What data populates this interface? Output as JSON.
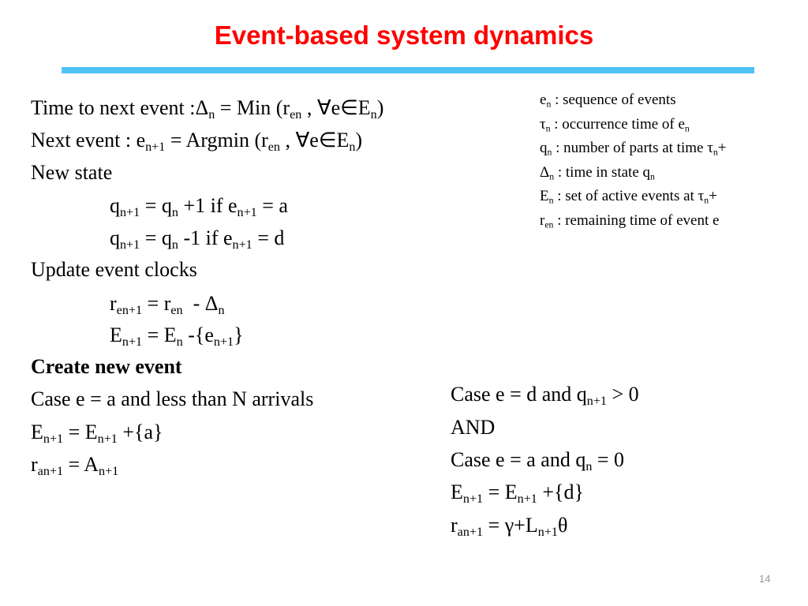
{
  "slide": {
    "title": "Event-based system dynamics",
    "page_number": "14",
    "accent_color": "#ff0000",
    "rule_color": "#4fc3f7"
  },
  "left": {
    "time_next": {
      "a": "Time to next event :Δ",
      "s1": "n",
      "b": " = Min (r",
      "s2": "en",
      "c": " , ∀e∈E",
      "s3": "n",
      "d": ")"
    },
    "next_event": {
      "a": "Next event : e",
      "s1": "n+1",
      "b": " = Argmin (r",
      "s2": "en",
      "c": " , ∀e∈E",
      "s3": "n",
      "d": ")"
    },
    "new_state": "New state",
    "q_plus": {
      "a": "q",
      "s1": "n+1",
      "b": " = q",
      "s2": "n",
      "c": " +1 if e",
      "s3": "n+1",
      "d": " = a"
    },
    "q_minus": {
      "a": "q",
      "s1": "n+1",
      "b": " = q",
      "s2": "n",
      "c": " -1 if e",
      "s3": "n+1",
      "d": " = d"
    },
    "update_clocks": "Update event clocks",
    "r_update": {
      "a": "r",
      "s1": "en+1",
      "b": " = r",
      "s2": "en",
      "c": "  - Δ",
      "s3": "n"
    },
    "e_update": {
      "a": "E",
      "s1": "n+1",
      "b": " = E",
      "s2": "n",
      "c": " -{e",
      "s3": "n+1",
      "d": "}"
    },
    "create_new_event": "Create new event",
    "case_a": "Case e = a and less than N arrivals",
    "e_add_a": {
      "a": "E",
      "s1": "n+1",
      "b": " = E",
      "s2": "n+1",
      "c": " +{a}"
    },
    "r_a": {
      "a": "r",
      "s1": "an+1",
      "b": " = A",
      "s2": "n+1"
    }
  },
  "right": {
    "case_d": {
      "a": "Case e = d and q",
      "s1": "n+1",
      "b": " > 0"
    },
    "and": "AND",
    "case_a0": {
      "a": "Case e = a and q",
      "s1": "n",
      "b": " = 0"
    },
    "e_add_d": {
      "a": "E",
      "s1": "n+1",
      "b": " = E",
      "s2": "n+1",
      "c": " +{d}"
    },
    "r_gamma": {
      "a": "r",
      "s1": "an+1",
      "b": " = γ+L",
      "s2": "n+1",
      "c": "θ"
    }
  },
  "legend": [
    {
      "a": "e",
      "s1": "n",
      "b": " : sequence of events"
    },
    {
      "a": "τ",
      "s1": "n",
      "b": " : occurrence time of e",
      "s2": "n"
    },
    {
      "a": "q",
      "s1": "n",
      "b": " : number of parts at time τ",
      "s2": "n",
      "c": "+"
    },
    {
      "a": "Δ",
      "s1": "n",
      "b": " : time in state q",
      "s2": "n"
    },
    {
      "a": "E",
      "s1": "n",
      "b": " : set of active events at τ",
      "s2": "n",
      "c": "+"
    },
    {
      "a": "r",
      "s1": "en",
      "b": " : remaining time of event e"
    }
  ]
}
